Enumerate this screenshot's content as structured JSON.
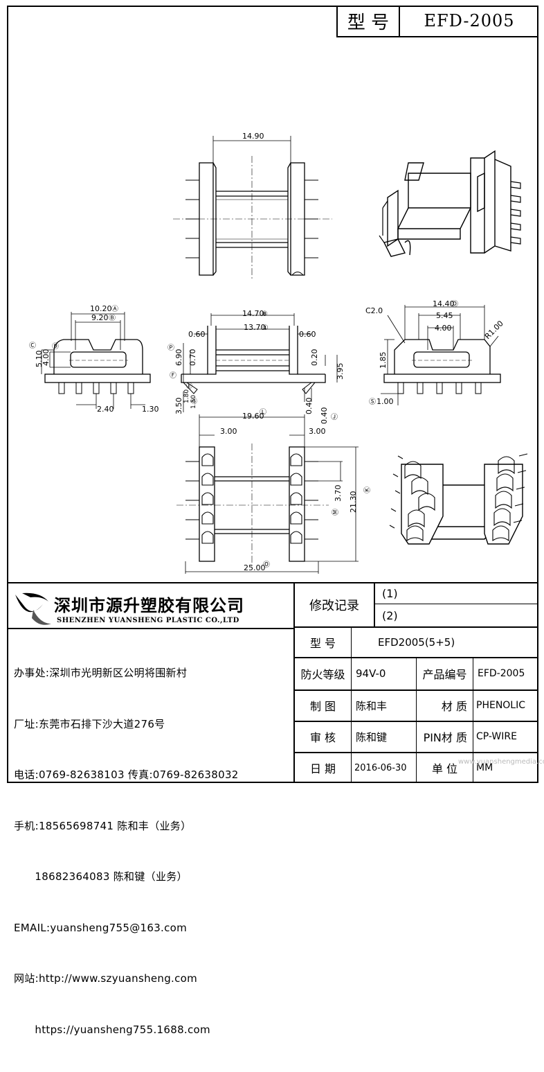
{
  "title_block": {
    "model_label": "型 号",
    "model_value": "EFD-2005"
  },
  "drawing": {
    "top_view": {
      "dim_width": "14.90"
    },
    "front_view": {
      "d_14_70": "14.70",
      "mk_14_70": "⑧",
      "d_13_70": "13.70",
      "mk_13_70": "①",
      "d_0_60_l": "0.60",
      "d_0_60_r": "0.60",
      "d_6_90": "6.90",
      "mk_6_90": "Ⓟ",
      "d_0_70": "0.70",
      "d_0_20": "0.20",
      "d_3_95": "3.95",
      "d_3_50": "3.50",
      "d_1_80": "1.80",
      "d_1_50": "1.50",
      "mk_f": "Ⓕ",
      "mk_e": "Ⓔ",
      "mk_g": "Ⓖ",
      "d_0_40_a": "0.40",
      "d_0_40_b": "0.40",
      "mk_j": "Ⓙ"
    },
    "left_view": {
      "d_10_20": "10.20",
      "mk_10_20": "Ⓐ",
      "d_9_20": "9.20",
      "mk_9_20": "Ⓑ",
      "d_5_10": "5.10",
      "mk_5_10": "Ⓒ",
      "d_4_00": "4.00",
      "mk_4_00": "Ⓓ",
      "d_2_40": "2.40",
      "d_1_30": "1.30"
    },
    "right_view": {
      "d_c2": "C2.0",
      "d_14_40": "14.40",
      "mk_14_40": "Ⓞ",
      "d_5_45": "5.45",
      "d_4_00": "4.00",
      "d_r1": "R1.00",
      "d_1_85": "1.85",
      "d_1_00": "1.00",
      "mk_1_00": "Ⓢ"
    },
    "bottom_view": {
      "d_19_60": "19.60",
      "mk_19_60": "Ⓛ",
      "d_3_00_l": "3.00",
      "d_3_00_r": "3.00",
      "d_3_70": "3.70",
      "mk_3_70": "Ⓜ",
      "d_21_30": "21.30",
      "mk_21_30": "Ⓚ",
      "d_25_00": "25.00",
      "mk_25_00": "Ⓞ"
    }
  },
  "company": {
    "name_cn": "深圳市源升塑胶有限公司",
    "name_en": "SHENZHEN YUANSHENG PLASTIC CO.,LTD",
    "contacts": [
      "办事处:深圳市光明新区公明将围新村",
      "厂址:东莞市石排下沙大道276号",
      "电话:0769-82638103 传真:0769-82638032",
      "手机:18565698741 陈和丰（业务）",
      "      18682364083 陈和键（业务）",
      "EMAIL:yuansheng755@163.com",
      "网站:http://www.szyuansheng.com",
      "      https://yuansheng755.1688.com"
    ]
  },
  "spec": {
    "revision_label": "修改记录",
    "revisions": [
      "(1)",
      "(2)"
    ],
    "model_label": "型 号",
    "model_value": "EFD2005(5+5)",
    "fire_label": "防火等级",
    "fire_value": "94V-0",
    "product_no_label": "产品编号",
    "product_no_value": "EFD-2005",
    "drawn_label": "制 图",
    "drawn_value": "陈和丰",
    "material_label": "材 质",
    "material_value": "PHENOLIC",
    "review_label": "审 核",
    "review_value": "陈和键",
    "pin_material_label": "PIN材 质",
    "pin_material_value": "CP-WIRE",
    "date_label": "日 期",
    "date_value": "2016-06-30",
    "unit_label": "单 位",
    "unit_value": "MM"
  },
  "watermark": "www.yuanshengmedia.com"
}
